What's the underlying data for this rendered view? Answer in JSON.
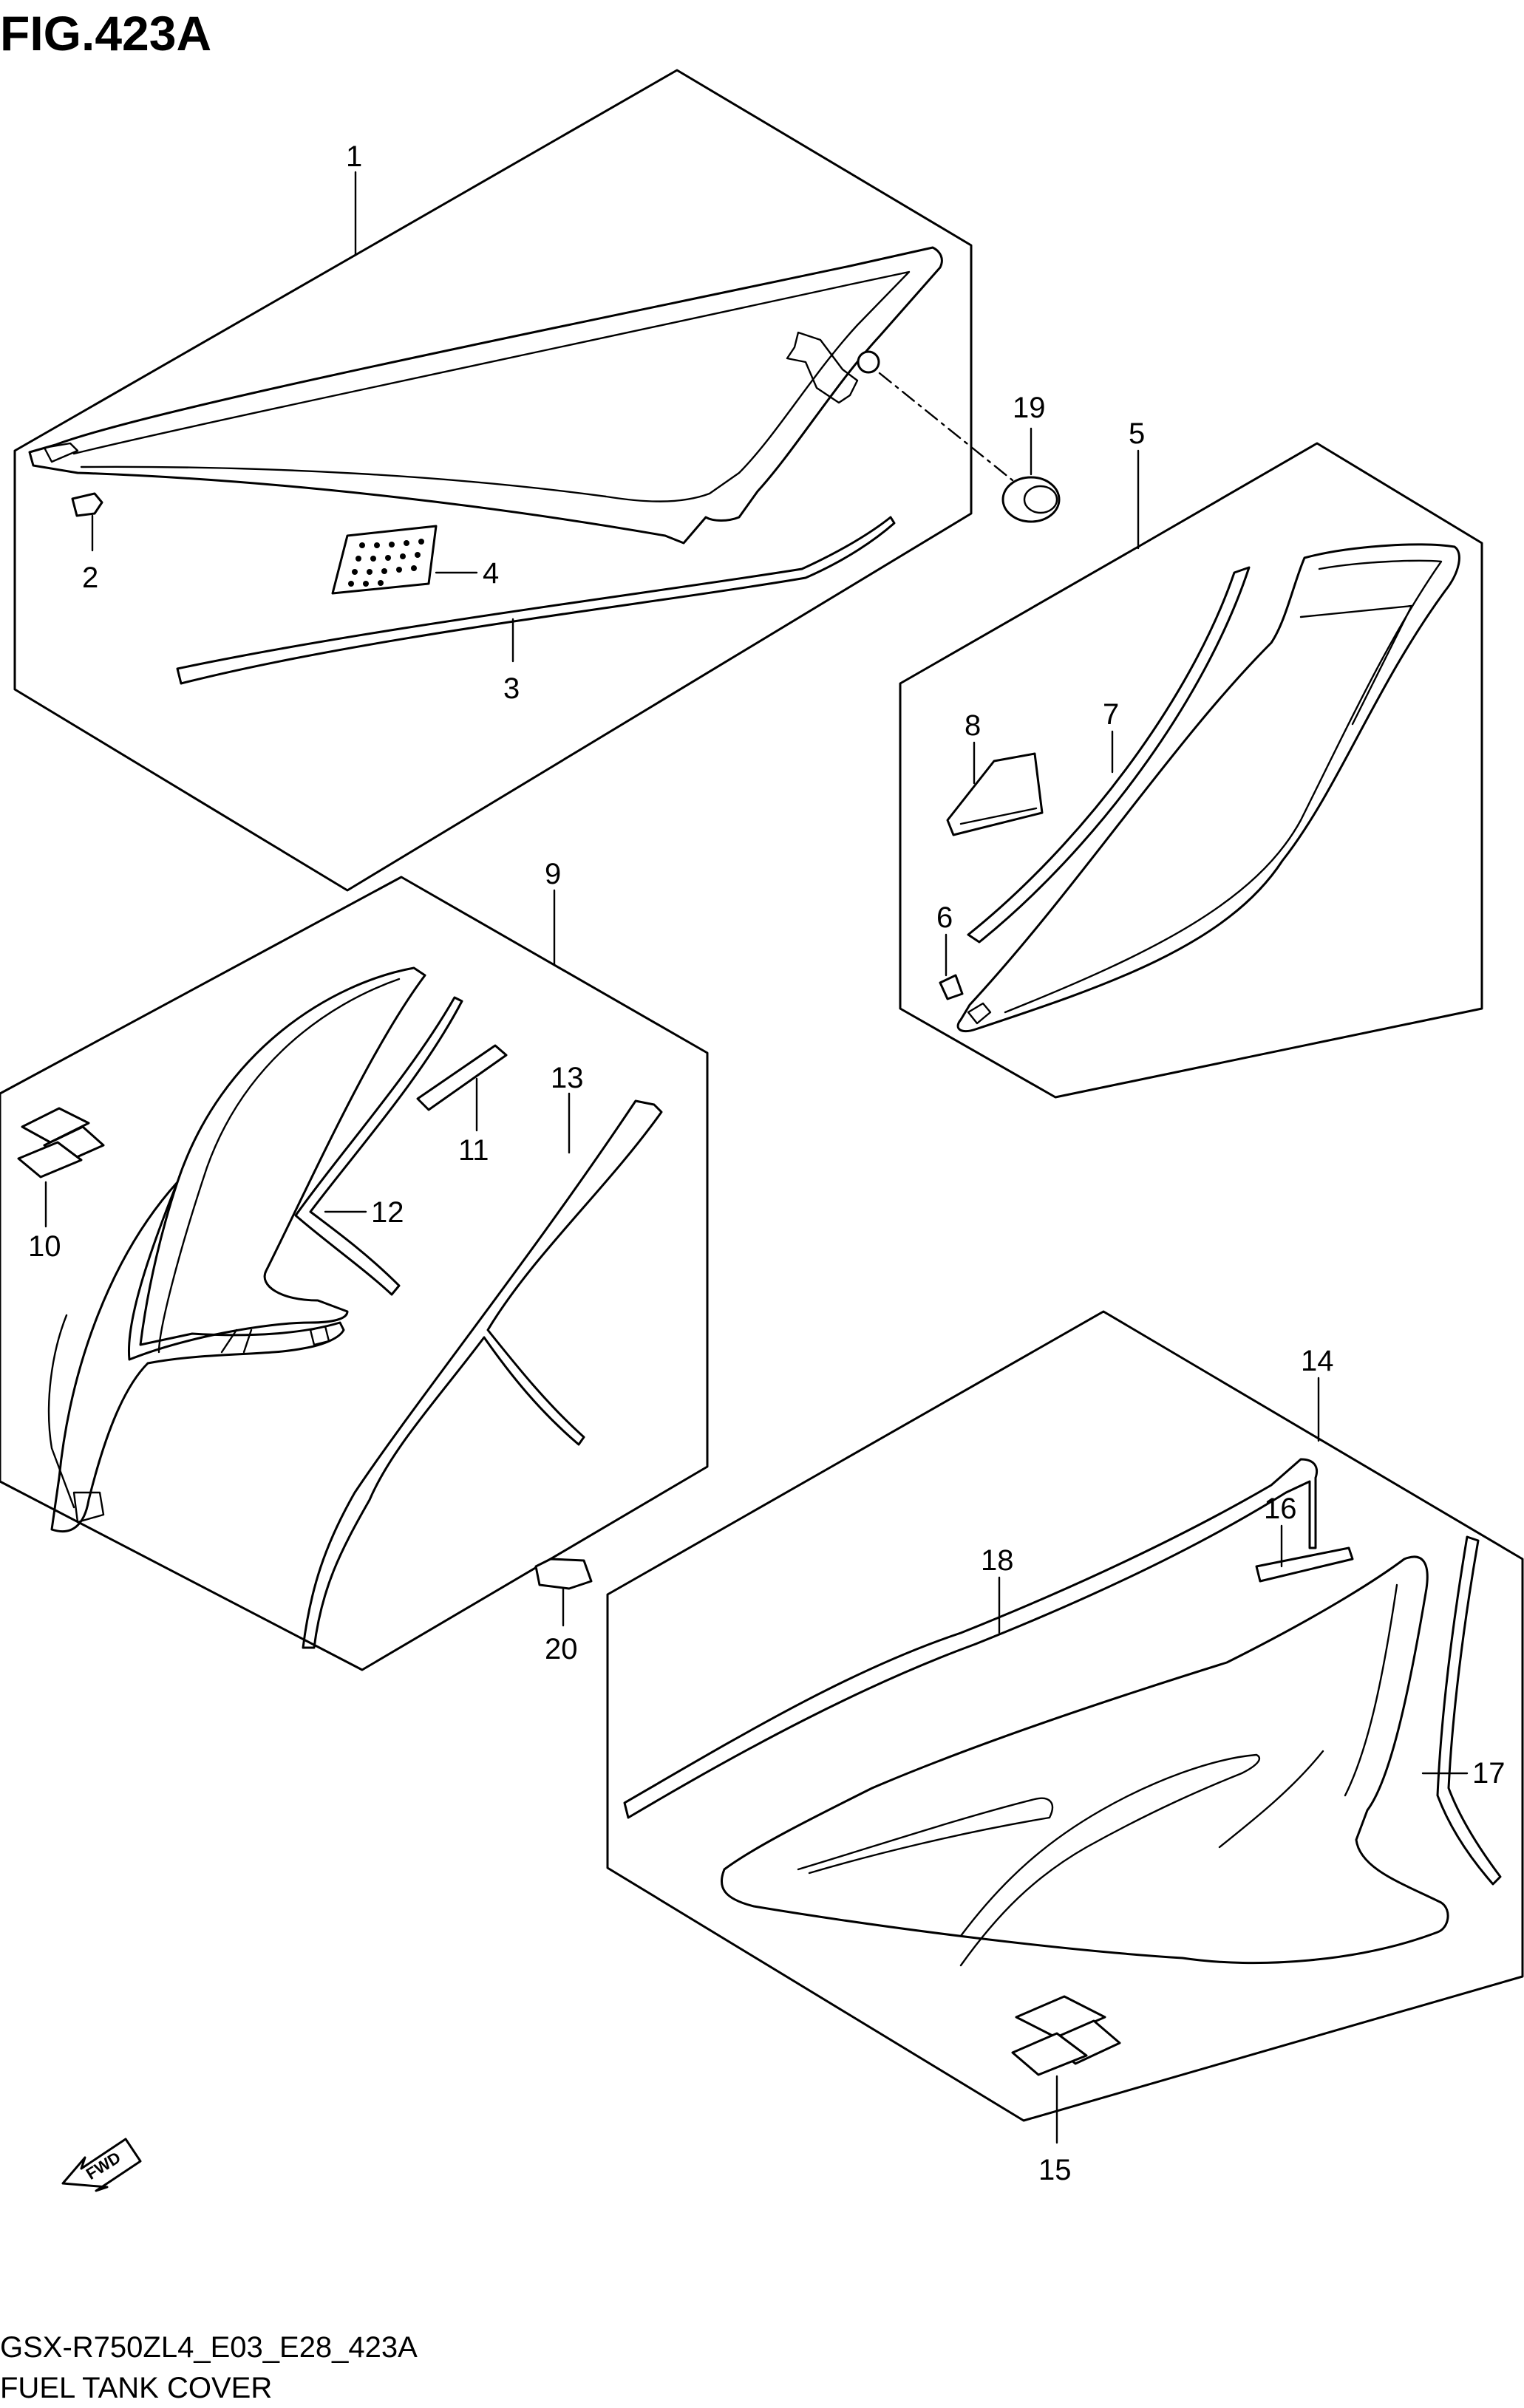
{
  "figure": {
    "title": "FIG.423A",
    "footer_code": "GSX-R750ZL4_E03_E28_423A",
    "footer_name": "FUEL TANK COVER",
    "fwd_label": "FWD"
  },
  "callouts": [
    "1",
    "2",
    "3",
    "4",
    "5",
    "6",
    "7",
    "8",
    "9",
    "10",
    "11",
    "12",
    "13",
    "14",
    "15",
    "16",
    "17",
    "18",
    "19",
    "20"
  ],
  "brand_marks": [
    "suzuki-s-emblem-10",
    "suzuki-s-emblem-15"
  ]
}
